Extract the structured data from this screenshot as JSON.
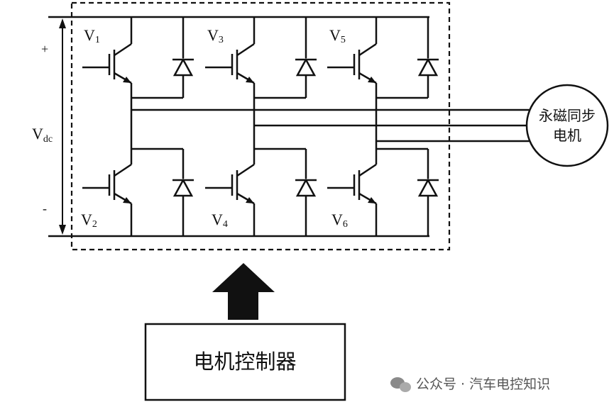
{
  "labels": {
    "v1": {
      "main": "V",
      "sub": "1"
    },
    "v3": {
      "main": "V",
      "sub": "3"
    },
    "v5": {
      "main": "V",
      "sub": "5"
    },
    "v2": {
      "main": "V",
      "sub": "2"
    },
    "v4": {
      "main": "V",
      "sub": "4"
    },
    "v6": {
      "main": "V",
      "sub": "6"
    },
    "vdc": {
      "main": "V",
      "sub": "dc"
    },
    "plus": "+",
    "minus": "-"
  },
  "motor": {
    "line1": "永磁同步",
    "line2": "电机"
  },
  "controller": {
    "label": "电机控制器"
  },
  "watermark": {
    "text": "公众号 · 汽车电控知识"
  }
}
